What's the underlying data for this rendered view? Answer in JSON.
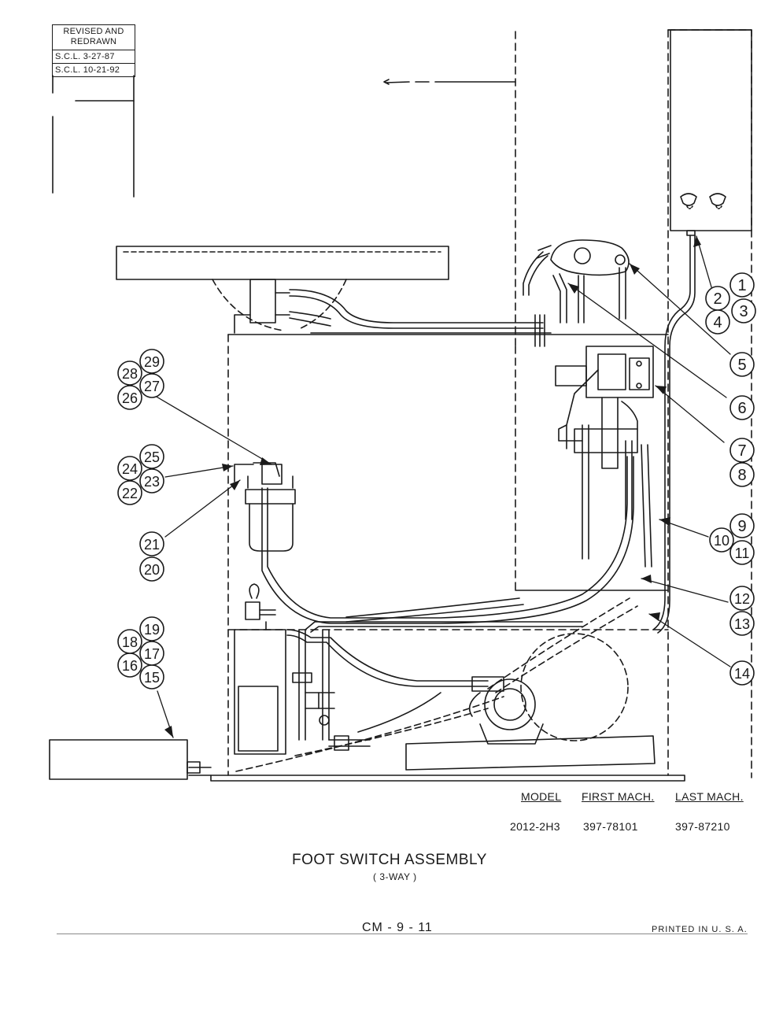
{
  "revision": {
    "header": "REVISED AND REDRAWN",
    "entries": [
      "S.C.L. 3-27-87",
      "S.C.L. 10-21-92"
    ]
  },
  "callouts": [
    "1",
    "2",
    "3",
    "4",
    "5",
    "6",
    "7",
    "8",
    "9",
    "10",
    "11",
    "12",
    "13",
    "14",
    "15",
    "16",
    "17",
    "18",
    "19",
    "20",
    "21",
    "22",
    "23",
    "24",
    "25",
    "26",
    "27",
    "28",
    "29"
  ],
  "model_table": {
    "headers": {
      "model": "MODEL",
      "first": "FIRST MACH.",
      "last": "LAST MACH."
    },
    "row": {
      "model": "2012-2H3",
      "first": "397-78101",
      "last": "397-87210"
    }
  },
  "title": "FOOT SWITCH ASSEMBLY",
  "subtitle": "( 3-WAY )",
  "page_number": "CM - 9 - 11",
  "printed_note": "PRINTED IN U. S. A."
}
